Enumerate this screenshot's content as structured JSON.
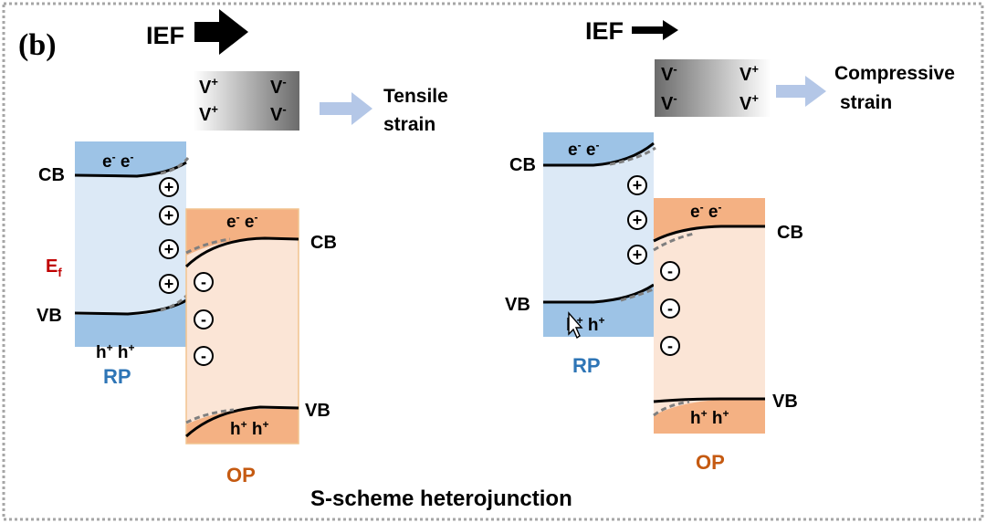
{
  "panel_label": "(b)",
  "caption": "S-scheme heterojunction",
  "fermi_label": {
    "base": "E",
    "sub": "f"
  },
  "colors": {
    "rp_band": "#9dc3e6",
    "rp_body": "#dce9f6",
    "op_band": "#f4b183",
    "op_body": "#fbe5d6",
    "rp_label": "#2e75b6",
    "op_label": "#c55a11",
    "fermi": "#c00000",
    "strain_arrow": "#b4c7e7",
    "frame": "#a6a6a6"
  },
  "left": {
    "ief_label": "IEF",
    "ief_arrow_size": "large",
    "strain_label_line1": "Tensile",
    "strain_label_line2": "strain",
    "vacancy_grid": [
      [
        "V+",
        "V-"
      ],
      [
        "V+",
        "V-"
      ]
    ],
    "rp": {
      "name": "RP",
      "cb_label": "CB",
      "vb_label": "VB",
      "electrons": "e- e-",
      "holes": "h+ h+",
      "charges": [
        "+",
        "+",
        "+",
        "+"
      ]
    },
    "op": {
      "name": "OP",
      "cb_label": "CB",
      "vb_label": "VB",
      "electrons": "e- e-",
      "holes": "h+ h+",
      "charges": [
        "-",
        "-",
        "-"
      ]
    }
  },
  "right": {
    "ief_label": "IEF",
    "ief_arrow_size": "small",
    "strain_label_line1": "Compressive",
    "strain_label_line2": "strain",
    "vacancy_grid": [
      [
        "V-",
        "V+"
      ],
      [
        "V-",
        "V+"
      ]
    ],
    "rp": {
      "name": "RP",
      "cb_label": "CB",
      "vb_label": "VB",
      "electrons": "e- e-",
      "holes": "h+ h+",
      "charges": [
        "+",
        "+",
        "+"
      ]
    },
    "op": {
      "name": "OP",
      "cb_label": "CB",
      "vb_label": "VB",
      "electrons": "e- e-",
      "holes": "h+ h+",
      "charges": [
        "-",
        "-",
        "-"
      ]
    }
  }
}
